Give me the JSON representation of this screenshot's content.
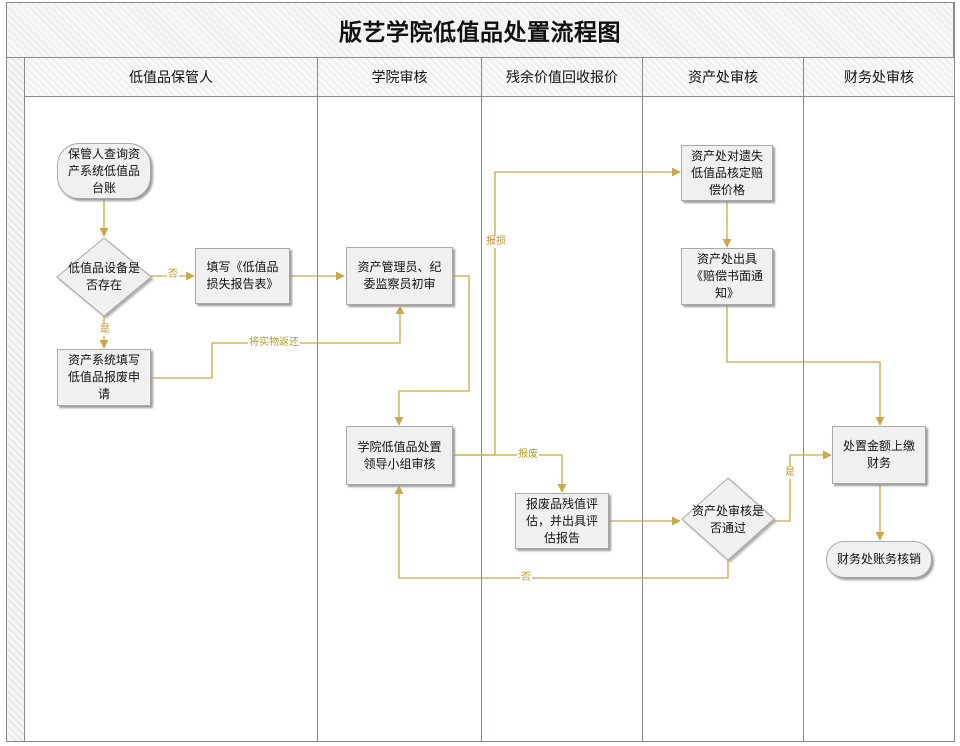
{
  "title": "版艺学院低值品处置流程图",
  "lanes": [
    {
      "label": "低值品保管人"
    },
    {
      "label": "学院审核"
    },
    {
      "label": "残余价值回收报价"
    },
    {
      "label": "资产处审核"
    },
    {
      "label": "财务处审核"
    }
  ],
  "nodes": {
    "custodian_query": "保管人查询资产系统低值品台账",
    "exists_decision": "低值品设备是否存在",
    "fill_loss_form": "填写《低值品损失报告表》",
    "apply_scrap": "资产系统填写低值品报废申请",
    "initial_review": "资产管理员、纪委监察员初审",
    "group_review": "学院低值品处置领导小组审核",
    "residual_eval": "报废品残值评估，并出具评估报告",
    "asset_office_price": "资产处对遗失低值品核定赔偿价格",
    "issue_notice": "资产处出具《赔偿书面通知》",
    "asset_approve_decision": "资产处审核是否通过",
    "pay_finance": "处置金额上缴财务",
    "write_off": "财务处账务核销"
  },
  "edge_labels": {
    "no_exists": "否",
    "yes_exists": "是",
    "return_item": "将实物返还",
    "loss_report": "报损",
    "scrap": "报废",
    "approved": "是",
    "rejected": "否"
  },
  "colors": {
    "arrow": "#c9a84b",
    "lane_line": "#7f8f8f",
    "node_fill": "#f0f0f0"
  }
}
